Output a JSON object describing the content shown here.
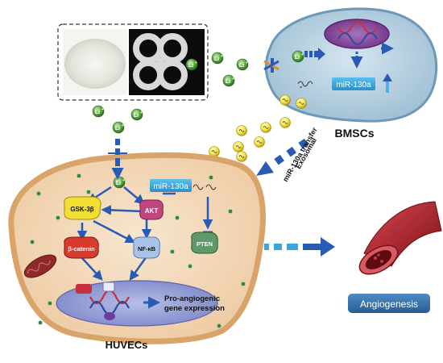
{
  "li_label": "Li",
  "li_charge": "+",
  "mir_label": "miR-130a",
  "labels": {
    "bmscs": "BMSCs",
    "huvecs": "HUVECs",
    "transfer_line1": "Exosomal",
    "transfer_line2": "miR-130a transfer",
    "gene_line1": "Pro-angiogenic",
    "gene_line2": "gene expression",
    "angiogenesis": "Angiogenesis"
  },
  "proteins": {
    "gsk": "GSK-3β",
    "akt": "AKT",
    "catenin": "β-catenin",
    "nfkb": "NF-κB",
    "pten": "PTEN"
  },
  "colors": {
    "cell_border": "#d9a46a",
    "cell_fill": "#f4dcc0",
    "bmsc_fill": "#b9d2e2",
    "bmsc_border": "#6e98b8",
    "nucleus": "#8a4d9c",
    "arrow_blue": "#2a5bb4",
    "li_green": "#4d9a3e",
    "exosome_yellow": "#f1e24c",
    "mir_box": "#3aa6dc",
    "angiogenesis_box": "#3570a8",
    "vessel_red": "#a9202c"
  }
}
